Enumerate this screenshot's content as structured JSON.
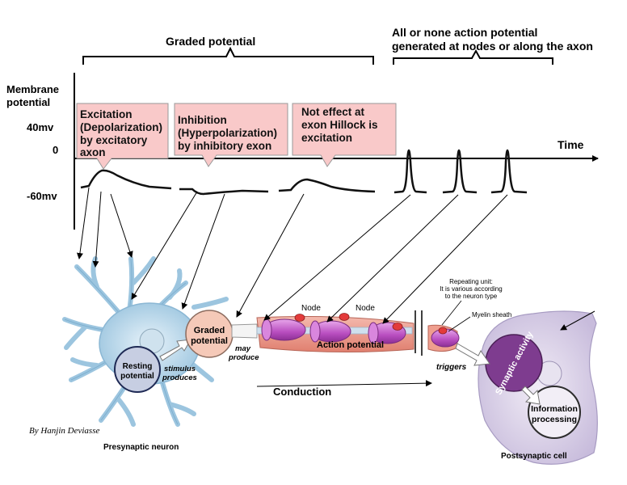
{
  "graph": {
    "graded_title": "Graded potential",
    "action_title_line1": "All or none action potential",
    "action_title_line2": "generated at nodes or along the axon",
    "ylabel_line1": "Membrane",
    "ylabel_line2": "potential",
    "tick_40": "40mv",
    "tick_0": "0",
    "tick_neg60": "-60mv",
    "xlabel": "Time"
  },
  "callouts": [
    {
      "lines": [
        "Excitation",
        "(Depolarization)",
        "by excitatory",
        "axon"
      ]
    },
    {
      "lines": [
        "Inhibition",
        "(Hyperpolarization)",
        "by inhibitory exon"
      ]
    },
    {
      "lines": [
        "Not effect at",
        "exon Hillock is",
        "excitation"
      ]
    }
  ],
  "neuron": {
    "resting_line1": "Resting",
    "resting_line2": "potential",
    "stimulus_line1": "stimulus",
    "stimulus_line2": "produces",
    "graded_line1": "Graded",
    "graded_line2": "potential",
    "may_line1": "may",
    "may_line2": "produce",
    "node1": "Node",
    "node2": "Node",
    "action_potential": "Action potential",
    "repeating_line1": "Repeating unit:",
    "repeating_line2": "It is various according",
    "repeating_line3": "to the neuron type",
    "myelin": "Myelin sheath",
    "triggers": "triggers",
    "synaptic": "Synaptic activity",
    "info_line1": "Information",
    "info_line2": "processing",
    "conduction": "Conduction",
    "credit": "By Hanjin Deviasse",
    "presynaptic": "Presynaptic neuron",
    "postsynaptic": "Postsynaptic cell"
  },
  "colors": {
    "callout_fill": "#f9c9c9",
    "callout_stroke": "#999999",
    "dendrite": "#a9cfe6",
    "graded_circle": "#f5c9b8",
    "axon_pink": "#ef9e8e",
    "myelin": "#c15fc7",
    "node_red": "#e33b3b",
    "post_cell": "#ddd5ea"
  }
}
